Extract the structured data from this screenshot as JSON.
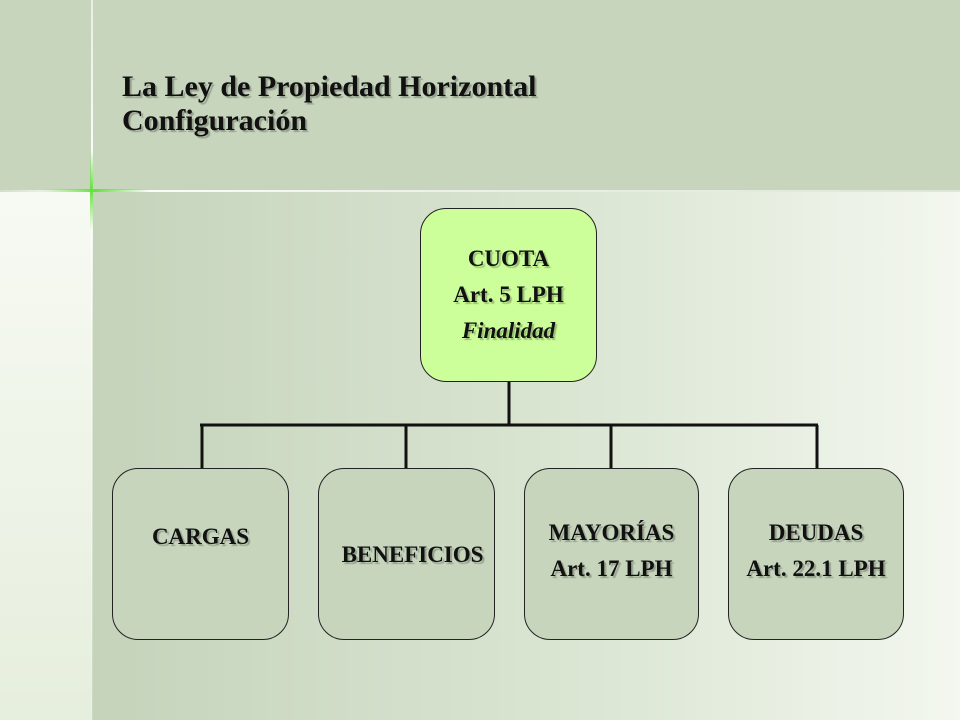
{
  "title": {
    "line1": "La Ley de Propiedad Horizontal",
    "line2": "Configuración"
  },
  "root": {
    "line1": "CUOTA",
    "line2": "Art. 5 LPH",
    "line3": "Finalidad"
  },
  "children": [
    {
      "line1": "CARGAS",
      "line2": ""
    },
    {
      "line1": "BENEFICIOS",
      "line2": ""
    },
    {
      "line1": "MAYORÍAS",
      "line2": "Art. 17 LPH"
    },
    {
      "line1": "DEUDAS",
      "line2": "Art. 22.1 LPH"
    }
  ],
  "colors": {
    "root_fill": "#ccff99",
    "child_fill": "#c7d5bd",
    "header_band": "#c7d5bd",
    "accent_spark": "#66e040"
  }
}
